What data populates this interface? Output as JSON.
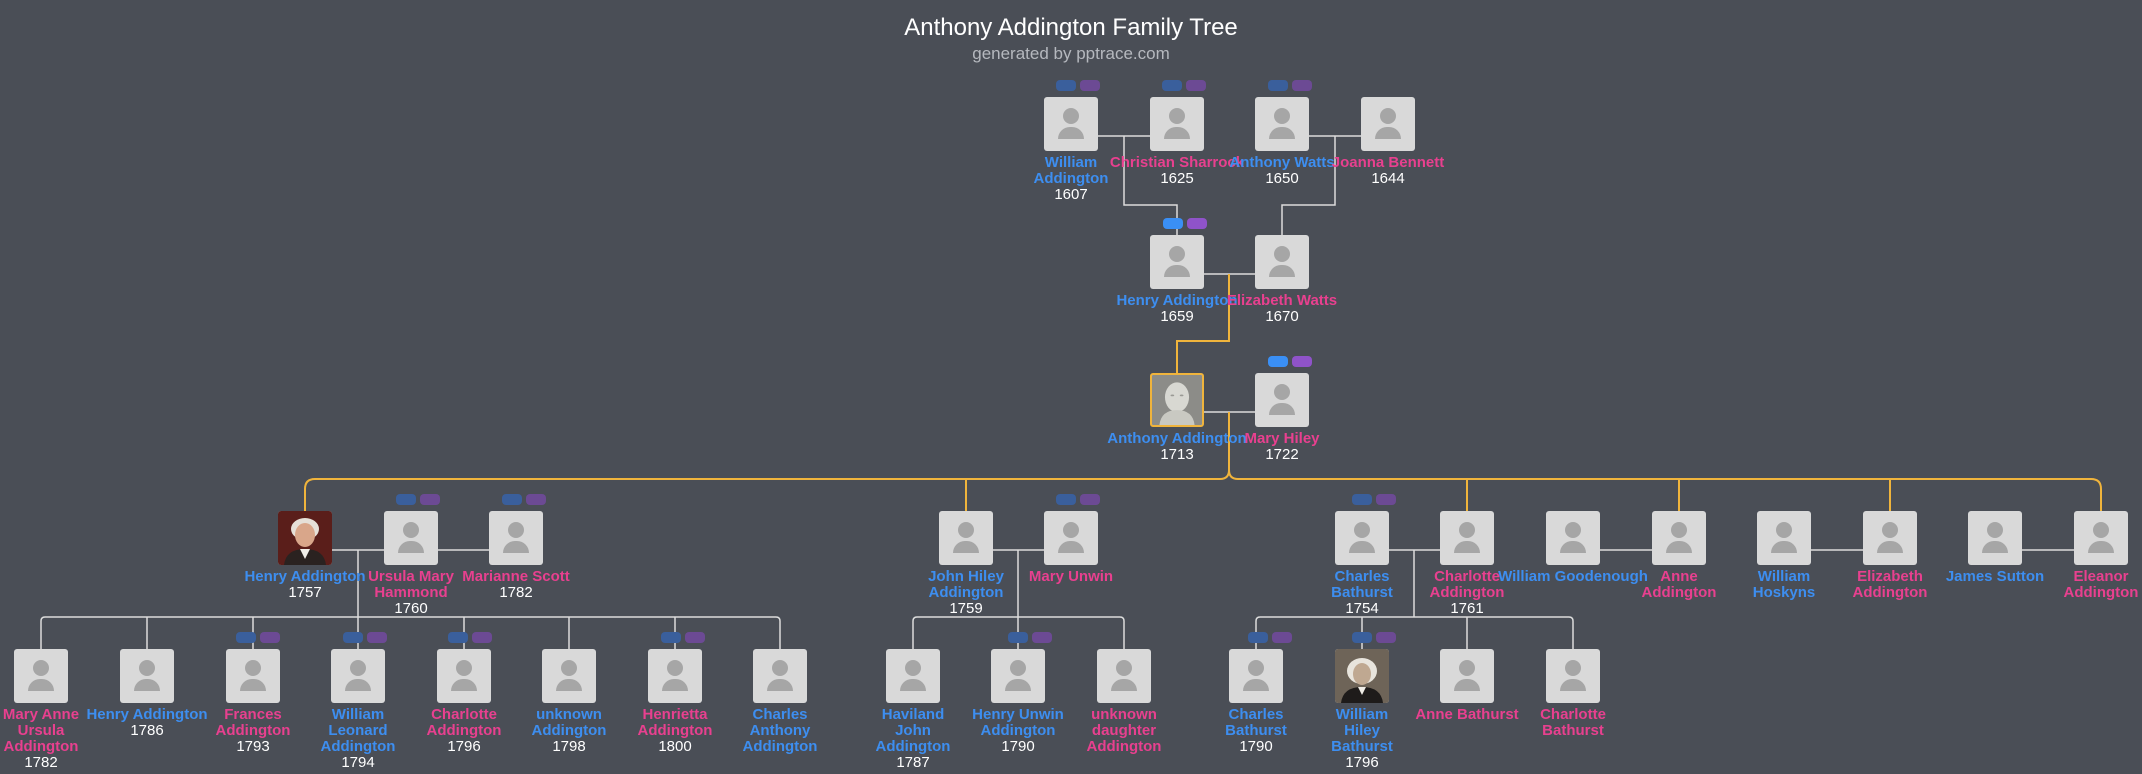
{
  "header": {
    "title": "Anthony Addington Family Tree",
    "subtitle": "generated by pptrace.com"
  },
  "colors": {
    "background": "#4a4e56",
    "male": "#3d8ef0",
    "female": "#e8408f",
    "focus_line": "#f0b43c",
    "line": "#dcdcdc"
  },
  "people": [
    {
      "name": "William Addington",
      "year": "1607",
      "gender": "male"
    },
    {
      "name": "Christian Sharrock",
      "year": "1625",
      "gender": "female"
    },
    {
      "name": "Anthony Watts",
      "year": "1650",
      "gender": "male"
    },
    {
      "name": "Joanna Bennett",
      "year": "1644",
      "gender": "female"
    },
    {
      "name": "Henry Addington",
      "year": "1659",
      "gender": "male"
    },
    {
      "name": "Elizabeth Watts",
      "year": "1670",
      "gender": "female"
    },
    {
      "name": "Anthony Addington",
      "year": "1713",
      "gender": "male",
      "photo": "bust"
    },
    {
      "name": "Mary Hiley",
      "year": "1722",
      "gender": "female"
    },
    {
      "name": "Henry Addington",
      "year": "1757",
      "gender": "male",
      "photo": "portrait"
    },
    {
      "name": "Ursula Mary Hammond",
      "year": "1760",
      "gender": "female"
    },
    {
      "name": "Marianne Scott",
      "year": "1782",
      "gender": "female"
    },
    {
      "name": "John Hiley Addington",
      "year": "1759",
      "gender": "male"
    },
    {
      "name": "Mary Unwin",
      "year": "",
      "gender": "female"
    },
    {
      "name": "Charles Bathurst",
      "year": "1754",
      "gender": "male"
    },
    {
      "name": "Charlotte Addington",
      "year": "1761",
      "gender": "female"
    },
    {
      "name": "William Goodenough",
      "year": "",
      "gender": "male"
    },
    {
      "name": "Anne Addington",
      "year": "",
      "gender": "female"
    },
    {
      "name": "William Hoskyns",
      "year": "",
      "gender": "male"
    },
    {
      "name": "Elizabeth Addington",
      "year": "",
      "gender": "female"
    },
    {
      "name": "James Sutton",
      "year": "",
      "gender": "male"
    },
    {
      "name": "Eleanor Addington",
      "year": "",
      "gender": "female"
    },
    {
      "name": "Mary Anne Ursula Addington",
      "year": "1782",
      "gender": "female"
    },
    {
      "name": "Henry Addington",
      "year": "1786",
      "gender": "male"
    },
    {
      "name": "Frances Addington",
      "year": "1793",
      "gender": "female"
    },
    {
      "name": "William Leonard Addington",
      "year": "1794",
      "gender": "male"
    },
    {
      "name": "Charlotte Addington",
      "year": "1796",
      "gender": "female"
    },
    {
      "name": "unknown Addington",
      "year": "1798",
      "gender": "male"
    },
    {
      "name": "Henrietta Addington",
      "year": "1800",
      "gender": "female"
    },
    {
      "name": "Charles Anthony Addington",
      "year": "",
      "gender": "male"
    },
    {
      "name": "Haviland John Addington",
      "year": "1787",
      "gender": "male"
    },
    {
      "name": "Henry Unwin Addington",
      "year": "1790",
      "gender": "male"
    },
    {
      "name": "unknown daughter Addington",
      "year": "",
      "gender": "female"
    },
    {
      "name": "Charles Bathurst",
      "year": "1790",
      "gender": "male"
    },
    {
      "name": "William Hiley Bathurst",
      "year": "1796",
      "gender": "male",
      "photo": "portrait2"
    },
    {
      "name": "Anne Bathurst",
      "year": "",
      "gender": "female"
    },
    {
      "name": "Charlotte Bathurst",
      "year": "",
      "gender": "female"
    }
  ]
}
